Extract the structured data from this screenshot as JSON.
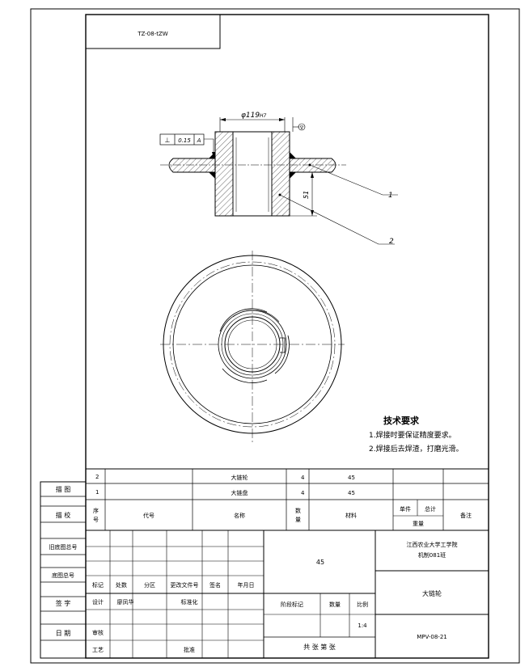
{
  "drawing_code_box": "TZ-08-tZW",
  "dimensions": {
    "diameter": "φ119",
    "diameter_tol": "H7",
    "height": "51"
  },
  "tolerance": {
    "symbol": "⊥",
    "value": "0.15",
    "datum": "A"
  },
  "datum_label": "A",
  "roughness_mark": "∇",
  "leaders": {
    "part1": "1",
    "part2": "2"
  },
  "tech_req": {
    "title": "技术要求",
    "items": [
      "1.焊接时要保证精度要求。",
      "2.焊接后去焊渣，打磨光滑。"
    ]
  },
  "bom": {
    "rows": [
      {
        "no": "2",
        "name": "大链轮",
        "qty": "4",
        "material": "45"
      },
      {
        "no": "1",
        "name": "大链盘",
        "qty": "4",
        "material": "45"
      }
    ],
    "header": {
      "no_line1": "序",
      "no_line2": "号",
      "code": "代号",
      "name": "名称",
      "qty_line1": "数",
      "qty_line2": "量",
      "material": "材料",
      "single": "单件",
      "total": "总计",
      "weight": "重量",
      "remark": "备注"
    }
  },
  "side_labels": [
    "描 图",
    "描 校",
    "旧底图总号",
    "底图总号",
    "签 字",
    "日 期"
  ],
  "title_block": {
    "material_cell": "45",
    "school_line1": "江西农业大学工学院",
    "school_line2": "机制081班",
    "part_name": "大链轮",
    "drawing_no": "MPV-08-21",
    "scale": "1:4",
    "row_labels": [
      "标记",
      "处数",
      "分区",
      "更改文件号",
      "签名",
      "年月日"
    ],
    "design": "设计",
    "design_std": "标准化",
    "design_person": "廖凤华",
    "review": "审核",
    "process": "工艺",
    "approve": "批准",
    "stage_mark": "阶段标记",
    "weight": "数量",
    "scale_label": "比例",
    "sheets": "共 张 第 张"
  }
}
